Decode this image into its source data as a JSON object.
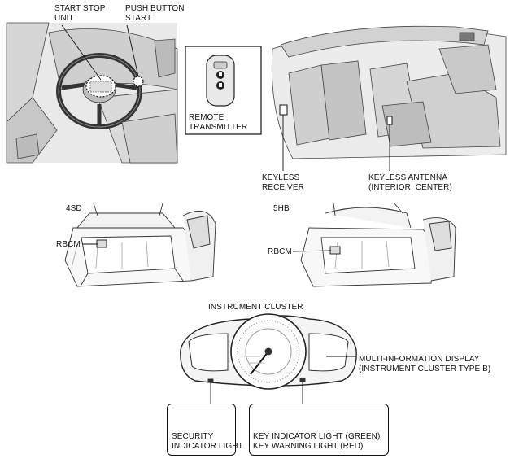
{
  "labels": {
    "start_stop_unit": "START STOP\nUNIT",
    "push_button_start": "PUSH BUTTON\nSTART",
    "remote_transmitter": "REMOTE\nTRANSMITTER",
    "keyless_receiver": "KEYLESS\nRECEIVER",
    "keyless_antenna": "KEYLESS ANTENNA\n(INTERIOR, CENTER)",
    "variant_4sd": "4SD",
    "variant_5hb": "5HB",
    "rbcm_4sd": "RBCM",
    "rbcm_5hb": "RBCM",
    "instrument_cluster": "INSTRUMENT CLUSTER",
    "multi_info_display": "MULTI-INFORMATION DISPLAY\n(INSTRUMENT CLUSTER TYPE B)",
    "security_indicator": "SECURITY\nINDICATOR LIGHT",
    "key_indicator": "KEY INDICATOR LIGHT (GREEN)\nKEY WARNING LIGHT (RED)"
  },
  "icons": {
    "security": "car-lock-icon",
    "key": "key-icon"
  }
}
